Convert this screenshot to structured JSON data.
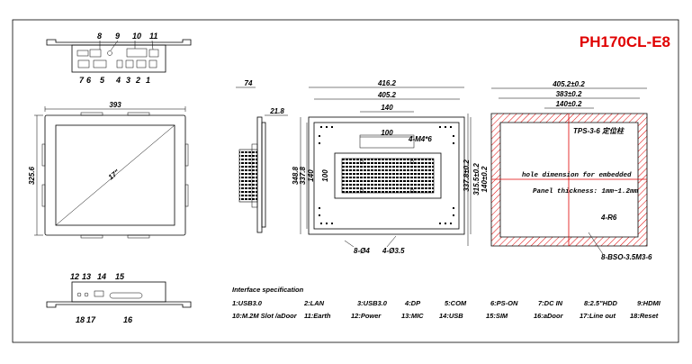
{
  "model": "PH170CL-E8",
  "colors": {
    "model_title": "#e00000",
    "hatch": "#e00000",
    "cutout_line": "#e00000"
  },
  "port_callouts_top": [
    "8",
    "9",
    "10",
    "11",
    "7",
    "6",
    "5",
    "4",
    "3",
    "2",
    "1"
  ],
  "port_callouts_bottom": [
    "12",
    "13",
    "14",
    "15",
    "18",
    "17",
    "16"
  ],
  "front_view": {
    "width_dim": "393",
    "height_dim": "325.6",
    "screen_label": "17\""
  },
  "side_view": {
    "depth_dim": "74",
    "depth2_dim": "21.8"
  },
  "rear_view": {
    "width_outer": "416.2",
    "width_inner": "405.2",
    "width_mount": "140",
    "vesa_dim": "100",
    "vesa_holes": "4-M4*6",
    "h_outer": "348.8",
    "h_inner": "337.8",
    "h_mount": "140",
    "h_vesa": "100",
    "hole_label_1": "8-Ø4",
    "hole_label_2": "4-Ø3.5"
  },
  "cutout_view": {
    "width_1": "405.2±0.2",
    "width_2": "383±0.2",
    "width_3": "140±0.2",
    "h_1": "337.8±0.2",
    "h_2": "315.5±0.2",
    "h_3": "140±0.2",
    "tps_label": "TPS-3-6 定位柱",
    "note_line1": "hole dimension for embedded",
    "note_line2": "Panel thickness: 1mm~1.2mm",
    "radius_label": "4-R6",
    "bso_label": "8-BSO-3.5M3-6"
  },
  "interface": {
    "heading": "Interface specification",
    "row1": [
      "1:USB3.0",
      "2:LAN",
      "3:USB3.0",
      "4:DP",
      "5:COM",
      "6:PS-ON",
      "7:DC IN",
      "8:2.5\"HDD",
      "9:HDMI"
    ],
    "row2": [
      "10:M.2M Slot /aDoor",
      "11:Earth",
      "12:Power",
      "13:MIC",
      "14:USB",
      "15:SIM",
      "16:aDoor",
      "17:Line out",
      "18:Reset"
    ]
  }
}
